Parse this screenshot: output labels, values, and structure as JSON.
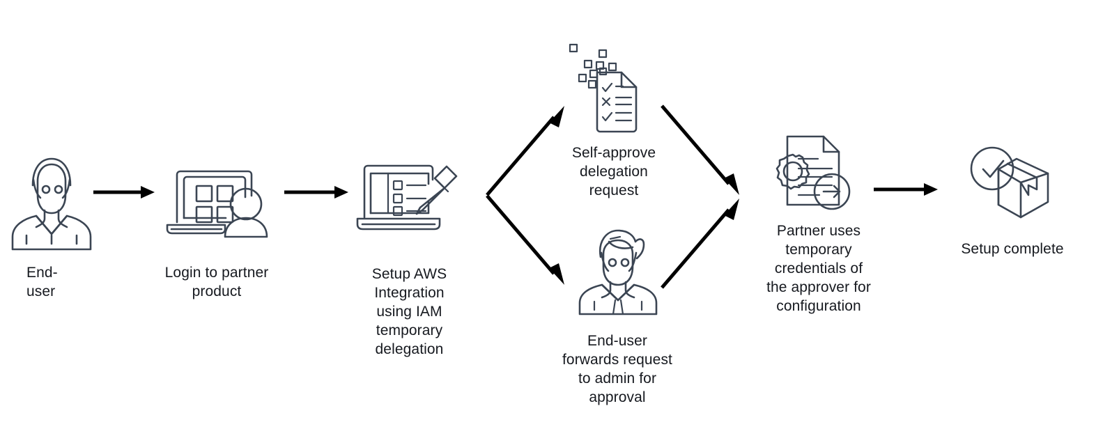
{
  "diagram": {
    "title": "AWS IAM temporary delegation partner setup flow",
    "background_color": "#ffffff",
    "icon_stroke_color": "#3b4553",
    "arrow_color": "#000000",
    "text_color": "#16191f",
    "steps": [
      {
        "id": "end-user",
        "icon": "person-avatar-icon",
        "label": "End-\nuser",
        "align": "left"
      },
      {
        "id": "login-partner-product",
        "icon": "laptop-user-icon",
        "label": "Login to partner\nproduct",
        "align": "center"
      },
      {
        "id": "setup-aws-integration",
        "icon": "laptop-checklist-pencil-icon",
        "label": "Setup AWS\nIntegration\nusing IAM\ntemporary\ndelegation",
        "align": "center"
      },
      {
        "id": "self-approve-delegation",
        "icon": "document-checklist-icon",
        "label": "Self-approve\ndelegation\nrequest",
        "align": "center"
      },
      {
        "id": "forward-to-admin",
        "icon": "admin-person-icon",
        "label": "End-user\nforwards request\nto admin for\napproval",
        "align": "center"
      },
      {
        "id": "partner-uses-credentials",
        "icon": "document-gear-arrow-icon",
        "label": "Partner uses\ntemporary\ncredentials of\nthe approver for\nconfiguration",
        "align": "center"
      },
      {
        "id": "setup-complete",
        "icon": "package-check-icon",
        "label": "Setup complete",
        "align": "center"
      }
    ],
    "connectors": [
      {
        "id": "arrow-enduser-to-login",
        "kind": "straight-right"
      },
      {
        "id": "arrow-login-to-setup",
        "kind": "straight-right"
      },
      {
        "id": "arrow-setup-to-selfapprove",
        "kind": "branch-up"
      },
      {
        "id": "arrow-setup-to-forward",
        "kind": "branch-down"
      },
      {
        "id": "arrow-selfapprove-to-partner",
        "kind": "merge-down"
      },
      {
        "id": "arrow-forward-to-partner",
        "kind": "merge-up"
      },
      {
        "id": "arrow-partner-to-complete",
        "kind": "straight-right"
      }
    ]
  }
}
